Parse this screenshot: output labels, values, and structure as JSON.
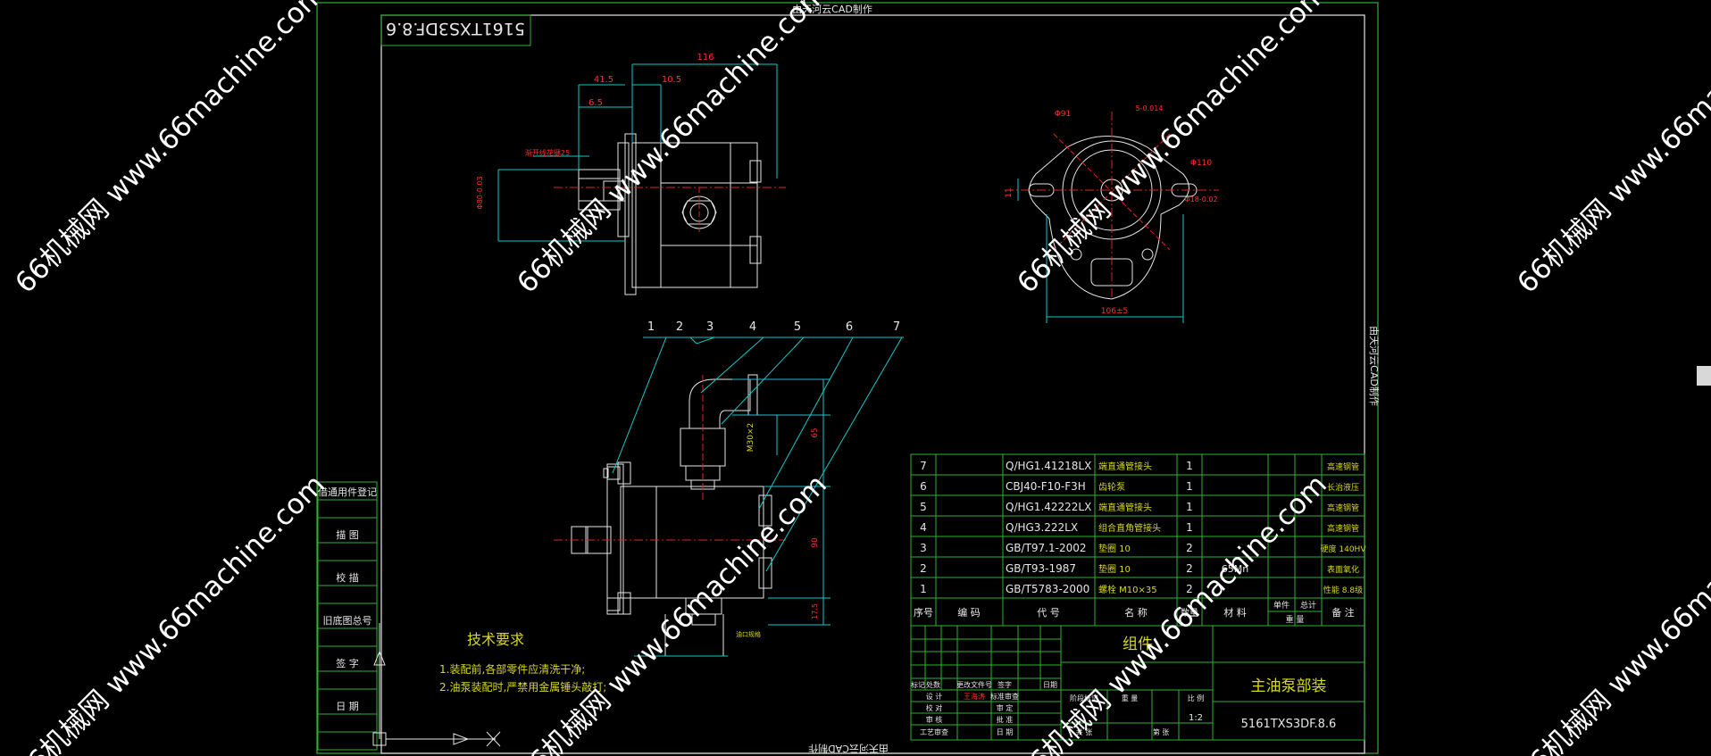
{
  "drawing": {
    "top_credit": "由天河云CAD制作",
    "side_credit": "由天河云CAD制作",
    "bottom_credit": "由天河云CAD制作",
    "mirrored_code": "5161TXS3DF.8.6",
    "tech_title": "技术要求",
    "tech_notes": [
      "1.装配前,各部零件应清洗干净;",
      "2.油泵装配时,严禁用金属锤头敲打;"
    ]
  },
  "left_column": [
    "借通用件登记",
    "描 图",
    "校 描",
    "旧底图总号",
    "签 字",
    "日 期"
  ],
  "balloons": [
    "1",
    "2",
    "3",
    "4",
    "5",
    "6",
    "7"
  ],
  "dims": {
    "top_116": "116",
    "top_415": "41.5",
    "top_105": "10.5",
    "top_65": "6.5",
    "spline": "渐开线花键25",
    "vert_d": "Φ80-0.03",
    "right_d91": "Φ91",
    "right_tol": "5-0.014",
    "right_d110": "Φ110",
    "right_d18": "Φ18-0.02",
    "right_11": "11",
    "right_106": "106±5",
    "m30": "M30×2",
    "h65": "65",
    "h90": "90",
    "h175": "17.5",
    "rt": "油口规格"
  },
  "bom": {
    "rows": [
      {
        "no": "7",
        "code": "Q/HG1.41218LX",
        "name": "端直通管接头",
        "qty": "1",
        "note": "高速钢管"
      },
      {
        "no": "6",
        "code": "CBJ40-F10-F3H",
        "name": "齿轮泵",
        "qty": "1",
        "note": "长治液压"
      },
      {
        "no": "5",
        "code": "Q/HG1.42222LX",
        "name": "端直通管接头",
        "qty": "1",
        "note": "高速钢管"
      },
      {
        "no": "4",
        "code": "Q/HG3.222LX",
        "name": "组合直角管接头",
        "qty": "1",
        "note": "高速钢管"
      },
      {
        "no": "3",
        "code": "GB/T97.1-2002",
        "name": "垫圈 10",
        "qty": "2",
        "note": "硬度 140HV"
      },
      {
        "no": "2",
        "code": "GB/T93-1987",
        "name": "垫圈 10",
        "qty": "2",
        "material": "65Mn",
        "note": "表面氧化"
      },
      {
        "no": "1",
        "code": "GB/T5783-2000",
        "name": "螺栓 M10×35",
        "qty": "2",
        "note": "性能 8.8级"
      }
    ],
    "header": {
      "no": "序号",
      "code_a": "编 码",
      "code_b": "代 号",
      "name": "名 称",
      "qty": "数量",
      "material": "材 料",
      "unit": "单件",
      "total": "总计",
      "weight": "重 量",
      "note": "备 注"
    }
  },
  "title_block": {
    "group": "组件",
    "title": "主油泵部装",
    "code": "5161TXS3DF.8.6",
    "scale": "1:2",
    "labels": [
      "标记",
      "处数",
      "更改文件号",
      "签字",
      "日期",
      "设 计",
      "校 对",
      "审 核",
      "工艺审查",
      "标准审查",
      "审 定",
      "批 准",
      "日 期",
      "阶段标记",
      "重 量",
      "比 例",
      "共 张",
      "第 张"
    ],
    "designer": "王海涛"
  },
  "watermarks": [
    "66机械网 www.66machine.com",
    "66机械网 www.66machine.com",
    "66机械网 www.66machine.com",
    "66机械网 www.66machine.com",
    "66机械网 www.66machine.com",
    "66机械网 www.66machine.com",
    "66机械网 www.66machine.com",
    "66机械网 www.66machine.com"
  ]
}
